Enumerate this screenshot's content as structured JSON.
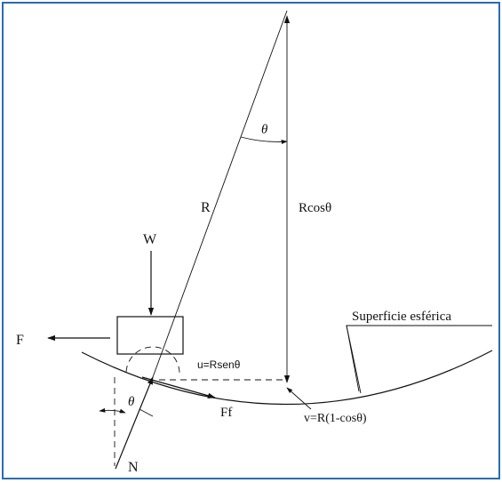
{
  "diagram": {
    "border_color": "#2b6cb0",
    "labels": {
      "theta_top": "θ",
      "R": "R",
      "Rcos": "Rcosθ",
      "W": "W",
      "F": "F",
      "surface": "Superficie esférica",
      "u": "u=Rsenθ",
      "theta_bottom": "θ",
      "Ff": "Ff",
      "v": "v=R(1-cosθ)",
      "N": "N"
    }
  }
}
